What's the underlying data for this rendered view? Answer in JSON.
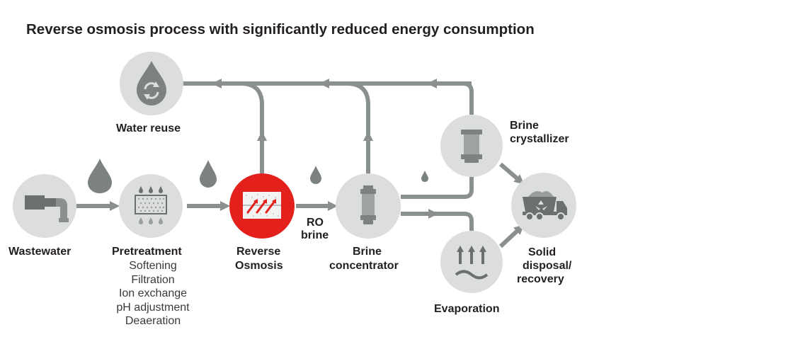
{
  "title": "Reverse osmosis process with significantly reduced energy consumption",
  "colors": {
    "circle": "#dcdedc",
    "flow": "#8a908f",
    "icon": "#6b6f6e",
    "highlight": "#e3201b",
    "text": "#231f20"
  },
  "nodes": {
    "wastewater": {
      "label": "Wastewater",
      "icon": "pipe-icon"
    },
    "pretreatment": {
      "label": "Pretreatment",
      "icon": "filter-icon",
      "steps": [
        "Softening",
        "Filtration",
        "Ion exchange",
        "pH adjustment",
        "Deaeration"
      ]
    },
    "reverse_osmosis": {
      "label_line1": "Reverse",
      "label_line2": "Osmosis",
      "icon": "membrane-icon"
    },
    "ro_brine": {
      "label_line1": "RO",
      "label_line2": "brine"
    },
    "brine_concentrator": {
      "label_line1": "Brine",
      "label_line2": "concentrator",
      "icon": "concentrator-icon"
    },
    "brine_crystallizer": {
      "label_line1": "Brine",
      "label_line2": "crystallizer",
      "icon": "crystallizer-icon"
    },
    "evaporation": {
      "label": "Evaporation",
      "icon": "evaporation-icon"
    },
    "solid_disposal": {
      "label_line1": "Solid",
      "label_line2": "disposal/",
      "label_line3": "recovery",
      "icon": "dump-truck-icon"
    },
    "water_reuse": {
      "label": "Water reuse",
      "icon": "water-reuse-icon"
    }
  }
}
